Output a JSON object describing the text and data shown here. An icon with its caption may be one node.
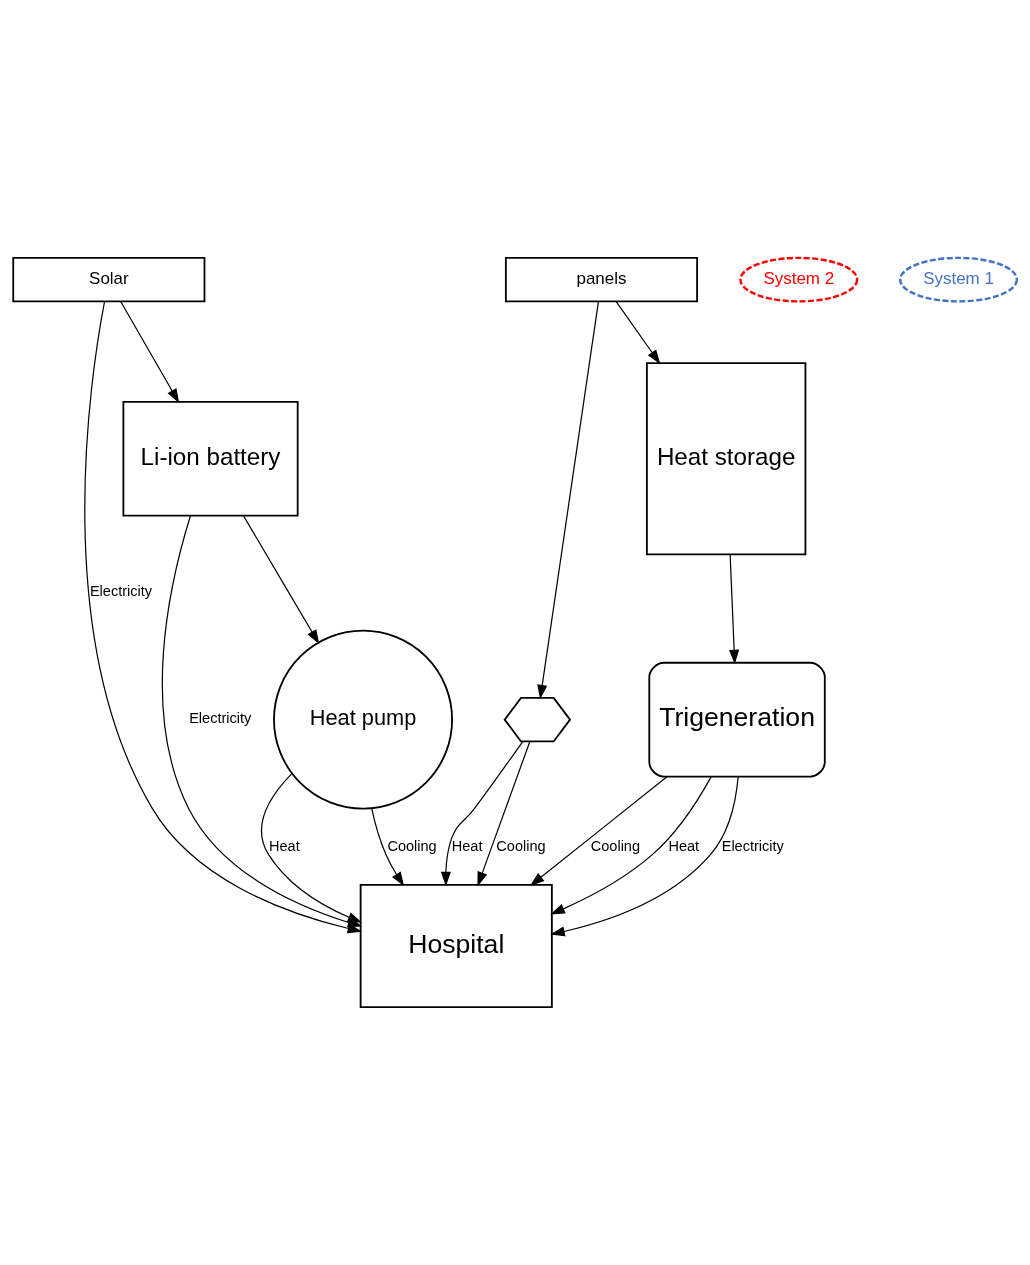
{
  "diagram": {
    "nodes": [
      {
        "text": [
          "Hospital"
        ]
      },
      {
        "text": [
          "Heat pump"
        ]
      },
      {
        "text": [
          "Li-ion battery"
        ]
      },
      {
        "text": [
          "Solar"
        ]
      },
      {
        "text": [
          "panels"
        ]
      },
      {
        "text": [],
        "shape": "hexagon"
      },
      {
        "text": [
          "Trigeneration"
        ]
      },
      {
        "text": [
          "Heat storage"
        ]
      },
      {
        "text": [
          "System 2"
        ]
      },
      {
        "text": [
          "System 1"
        ]
      }
    ],
    "edges": [
      {
        "from": 2,
        "to": 0,
        "arrow": "to",
        "label": "Electricity"
      },
      {
        "from": 2,
        "to": 1,
        "arrow": "to"
      },
      {
        "from": 1,
        "to": 0,
        "arrow": "to",
        "label": "Heat"
      },
      {
        "from": 1,
        "to": 0,
        "arrow": "to",
        "label": "Cooling"
      },
      {
        "from": 3,
        "to": 2,
        "arrow": "to"
      },
      {
        "from": 3,
        "to": 0,
        "arrow": "to",
        "label": "Electricity"
      },
      {
        "from": 4,
        "to": 5,
        "arrow": "to"
      },
      {
        "from": 5,
        "to": 0,
        "arrow": "to",
        "label": "Heat"
      },
      {
        "from": 5,
        "to": 0,
        "arrow": "to",
        "label": "Cooling"
      },
      {
        "from": 4,
        "to": 7,
        "arrow": "to"
      },
      {
        "from": 7,
        "to": 6,
        "arrow": "to"
      },
      {
        "from": 6,
        "to": 0,
        "arrow": "to",
        "label": "Cooling"
      },
      {
        "from": 6,
        "to": 0,
        "arrow": "to",
        "label": "Heat"
      },
      {
        "from": 6,
        "to": 0,
        "arrow": "to",
        "label": "Electricity"
      }
    ]
  }
}
